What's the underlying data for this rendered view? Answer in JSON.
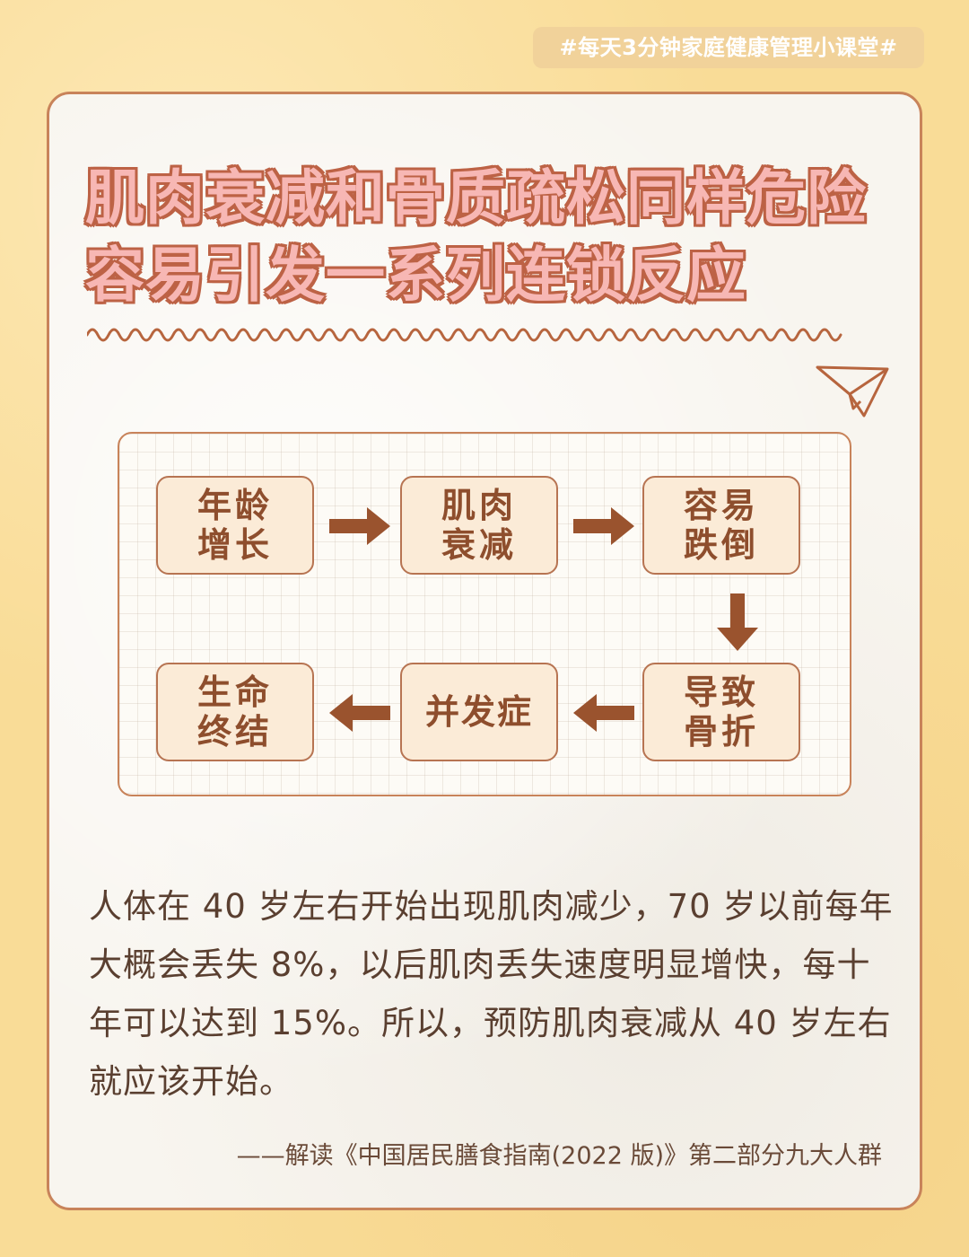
{
  "tag": "#每天3分钟家庭健康管理小课堂#",
  "title": {
    "line1": "肌肉衰减和骨质疏松同样危险",
    "line2": "容易引发一系列连锁反应"
  },
  "flow": {
    "age_growth": "年龄增长",
    "muscle_decline": "肌肉衰减",
    "easy_fall": "容易跌倒",
    "fracture": "导致骨折",
    "complications": "并发症",
    "life_end": "生命终结"
  },
  "body": "人体在 40 岁左右开始出现肌肉减少，70 岁以前每年大概会丢失  8%，以后肌肉丢失速度明显增快，每十年可以达到 15%。所以，预防肌肉衰减从 40 岁左右就应该开始。",
  "source": "——解读《中国居民膳食指南(2022 版)》第二部分九大人群",
  "colors": {
    "background": "#f9dc97",
    "accent_brown": "#c8835a",
    "box_fill": "#fbebd7",
    "arrow": "#9a532e",
    "title_fill": "#f7b7b4",
    "title_outline": "#bd6245"
  }
}
